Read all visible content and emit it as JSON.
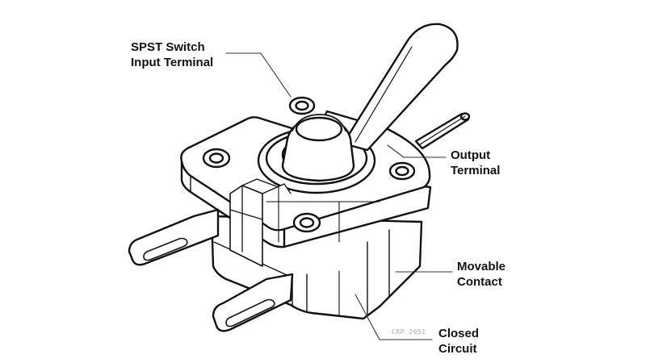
{
  "labels": {
    "input_terminal": {
      "line1": "SPST Switch",
      "line2": "Input Terminal"
    },
    "output_terminal": {
      "line1": "Output",
      "line2": "Terminal"
    },
    "movable_contact": {
      "line1": "Movable",
      "line2": "Contact"
    },
    "closed_circuit": {
      "line1": "Closed",
      "line2": "Circuit"
    }
  },
  "stamp": "CRP 2051",
  "colors": {
    "line": "#111111",
    "leader": "#333333",
    "fill": "#ffffff",
    "label_text": "#111111",
    "stamp_text": "#a9a9a9"
  }
}
